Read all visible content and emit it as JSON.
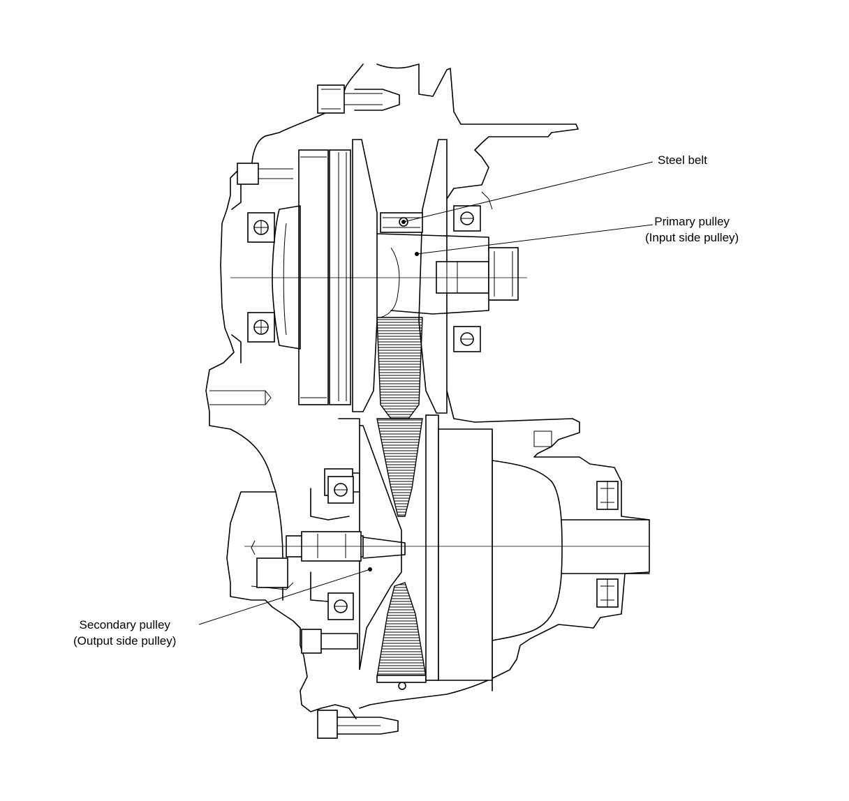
{
  "labels": {
    "steel_belt": "Steel belt",
    "primary_pulley": {
      "line1": "Primary pulley",
      "line2": "(Input side pulley)"
    },
    "secondary_pulley": {
      "line1": "Secondary pulley",
      "line2": "(Output side pulley)"
    }
  }
}
